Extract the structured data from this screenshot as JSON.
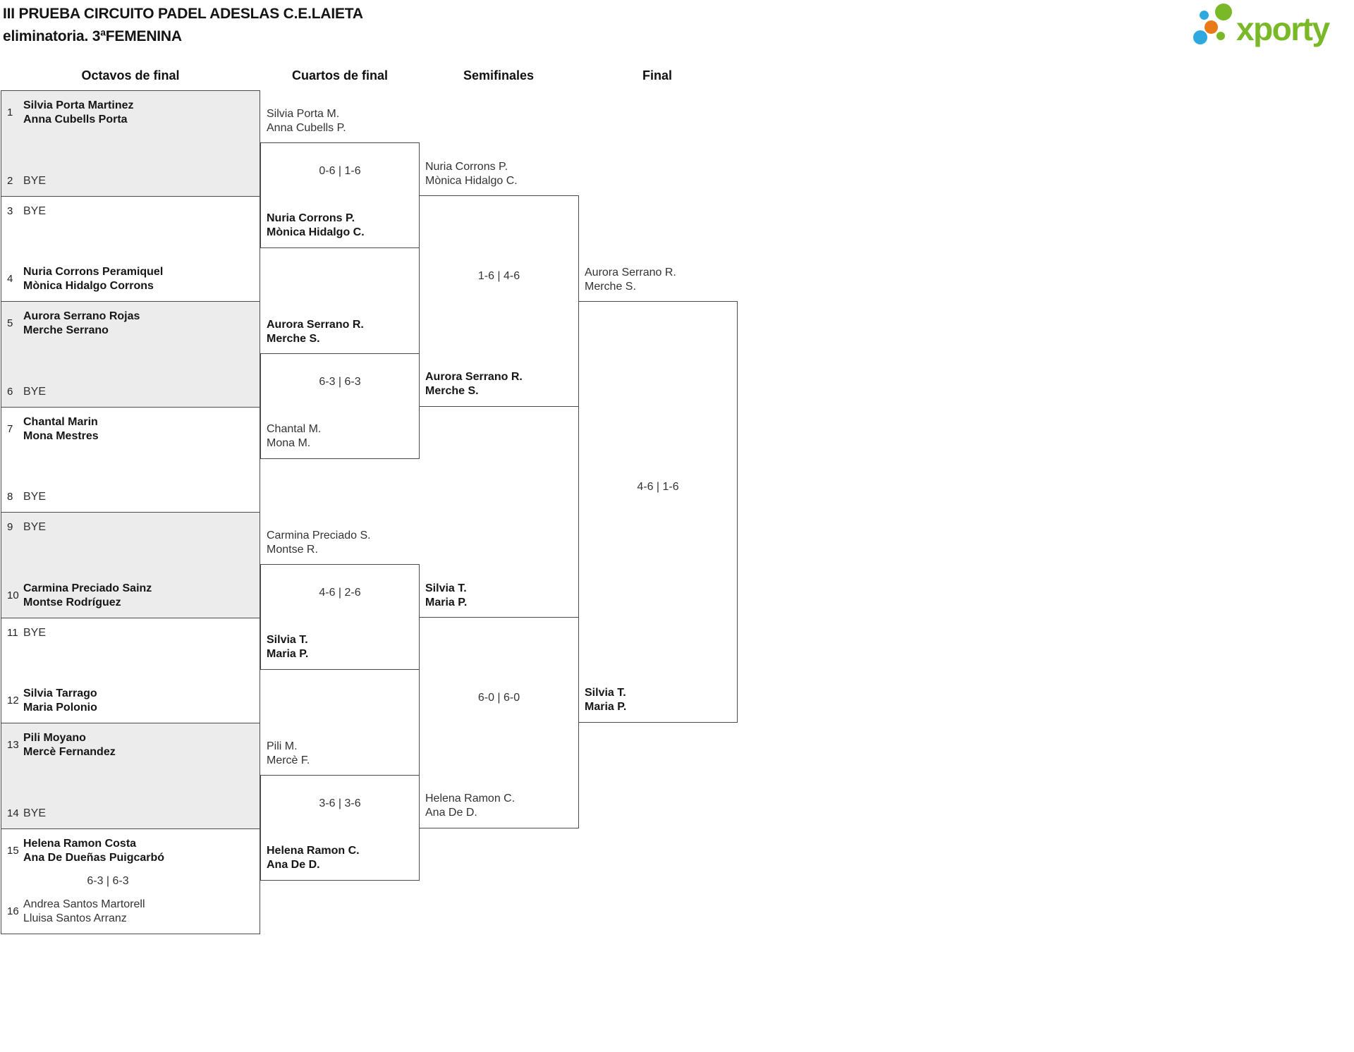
{
  "title": {
    "line1": "III PRUEBA CIRCUITO PADEL ADESLAS C.E.LAIETA",
    "line2": "eliminatoria. 3ªFEMENINA"
  },
  "logo": {
    "text": "xporty",
    "colors": {
      "green": "#79b928",
      "blue": "#2ea9e0",
      "orange": "#e87b17"
    }
  },
  "headers": [
    "Octavos de final",
    "Cuartos de final",
    "Semifinales",
    "Final"
  ],
  "octavos": [
    {
      "top": {
        "seed": "1",
        "name1": "Silvia Porta Martinez",
        "name2": "Anna Cubells Porta"
      },
      "bottom": {
        "seed": "2",
        "name1": "BYE",
        "name2": ""
      },
      "score": "",
      "winner": "top"
    },
    {
      "top": {
        "seed": "3",
        "name1": "BYE",
        "name2": ""
      },
      "bottom": {
        "seed": "4",
        "name1": "Nuria Corrons Peramiquel",
        "name2": "Mònica Hidalgo Corrons"
      },
      "score": "",
      "winner": "bottom"
    },
    {
      "top": {
        "seed": "5",
        "name1": "Aurora Serrano Rojas",
        "name2": "Merche Serrano"
      },
      "bottom": {
        "seed": "6",
        "name1": "BYE",
        "name2": ""
      },
      "score": "",
      "winner": "top"
    },
    {
      "top": {
        "seed": "7",
        "name1": "Chantal Marin",
        "name2": "Mona Mestres"
      },
      "bottom": {
        "seed": "8",
        "name1": "BYE",
        "name2": ""
      },
      "score": "",
      "winner": "top"
    },
    {
      "top": {
        "seed": "9",
        "name1": "BYE",
        "name2": ""
      },
      "bottom": {
        "seed": "10",
        "name1": "Carmina Preciado Sainz",
        "name2": "Montse Rodríguez"
      },
      "score": "",
      "winner": "bottom"
    },
    {
      "top": {
        "seed": "11",
        "name1": "BYE",
        "name2": ""
      },
      "bottom": {
        "seed": "12",
        "name1": "Silvia Tarrago",
        "name2": "Maria Polonio"
      },
      "score": "",
      "winner": "bottom"
    },
    {
      "top": {
        "seed": "13",
        "name1": "Pili Moyano",
        "name2": "Mercè Fernandez"
      },
      "bottom": {
        "seed": "14",
        "name1": "BYE",
        "name2": ""
      },
      "score": "",
      "winner": "top"
    },
    {
      "top": {
        "seed": "15",
        "name1": "Helena Ramon Costa",
        "name2": "Ana De Dueñas Puigcarbó"
      },
      "bottom": {
        "seed": "16",
        "name1": "Andrea Santos Martorell",
        "name2": "Lluisa Santos Arranz"
      },
      "score": "6-3 | 6-3",
      "winner": "top"
    }
  ],
  "cuartos": [
    {
      "top": {
        "name1": "Silvia Porta M.",
        "name2": "Anna Cubells P."
      },
      "bottom": {
        "name1": "Nuria Corrons P.",
        "name2": "Mònica Hidalgo C."
      },
      "score": "0-6 | 1-6",
      "winner": "bottom"
    },
    {
      "top": {
        "name1": "Aurora Serrano R.",
        "name2": "Merche S."
      },
      "bottom": {
        "name1": "Chantal M.",
        "name2": "Mona M."
      },
      "score": "6-3 | 6-3",
      "winner": "top"
    },
    {
      "top": {
        "name1": "Carmina Preciado S.",
        "name2": "Montse R."
      },
      "bottom": {
        "name1": "Silvia T.",
        "name2": "Maria P."
      },
      "score": "4-6 | 2-6",
      "winner": "bottom"
    },
    {
      "top": {
        "name1": "Pili M.",
        "name2": "Mercè F."
      },
      "bottom": {
        "name1": "Helena Ramon C.",
        "name2": "Ana De D."
      },
      "score": "3-6 | 3-6",
      "winner": "bottom"
    }
  ],
  "semifinales": [
    {
      "top": {
        "name1": "Nuria Corrons P.",
        "name2": "Mònica Hidalgo C."
      },
      "bottom": {
        "name1": "Aurora Serrano R.",
        "name2": "Merche S."
      },
      "score": "1-6 | 4-6",
      "winner": "bottom"
    },
    {
      "top": {
        "name1": "Silvia T.",
        "name2": "Maria P."
      },
      "bottom": {
        "name1": "Helena Ramon C.",
        "name2": "Ana De D."
      },
      "score": "6-0 | 6-0",
      "winner": "top"
    }
  ],
  "final": {
    "top": {
      "name1": "Aurora Serrano R.",
      "name2": "Merche S."
    },
    "bottom": {
      "name1": "Silvia T.",
      "name2": "Maria P."
    },
    "score": "4-6 | 1-6",
    "winner": "bottom"
  }
}
